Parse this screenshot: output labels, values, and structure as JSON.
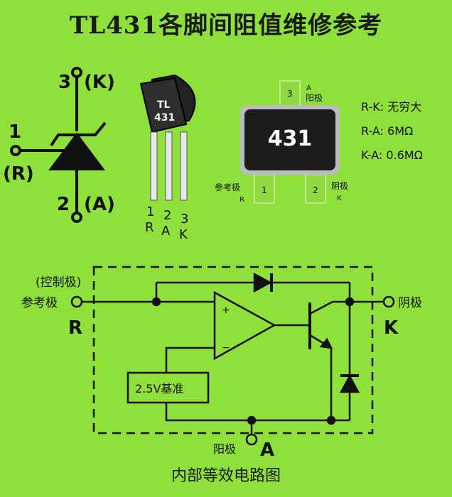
{
  "title": "TL431各脚间阻值维修参考",
  "symbol": {
    "pin3_num": "3",
    "pin3_name": "(K)",
    "pin1_num": "1",
    "pin1_name": "(R)",
    "pin2_num": "2",
    "pin2_name": "(A)"
  },
  "to92": {
    "mark_line1": "TL",
    "mark_line2": "431",
    "pins": [
      {
        "num": "1",
        "name": "R"
      },
      {
        "num": "2",
        "name": "A"
      },
      {
        "num": "3",
        "name": "K"
      }
    ]
  },
  "smd": {
    "mark": "431",
    "pad_top_num": "3",
    "pad_top_letter": "A",
    "pad_top_label": "阳极",
    "pad_left_num": "1",
    "pad_left_label": "参考极",
    "pad_left_letter": "R",
    "pad_right_num": "2",
    "pad_right_label": "阴极",
    "pad_right_letter": "K"
  },
  "specs": [
    "R-K: 无穷大",
    "R-A: 6MΩ",
    "K-A: 0.6MΩ"
  ],
  "circuit": {
    "control_label": "(控制极)",
    "ref_label": "参考极",
    "r_letter": "R",
    "cathode_label": "阴极",
    "k_letter": "K",
    "anode_label": "阳极",
    "a_letter": "A",
    "reference_box": "2.5V基准",
    "plus_sign": "+",
    "minus_sign": "−"
  },
  "caption": "内部等效电路图",
  "colors": {
    "background": "#8fe03a",
    "ink": "#111111",
    "chip": "#1c1c1c"
  }
}
